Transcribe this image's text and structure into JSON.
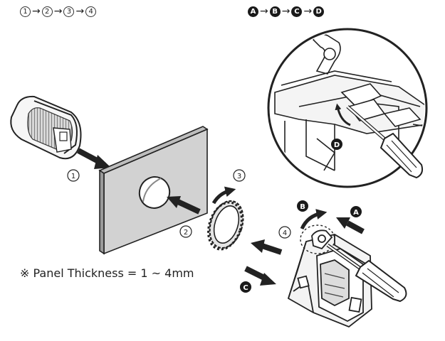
{
  "sequence_numbers": {
    "steps": [
      "1",
      "2",
      "3",
      "4"
    ]
  },
  "sequence_letters": {
    "steps": [
      "A",
      "B",
      "C",
      "D"
    ]
  },
  "callouts": {
    "step1": "1",
    "step2": "2",
    "step3": "3",
    "step4": "4",
    "stepA": "A",
    "stepB": "B",
    "stepC": "C",
    "stepD": "D"
  },
  "note": {
    "text": "※ Panel Thickness = 1 ~ 4mm"
  },
  "colors": {
    "panel_fill": "#d2d2d2",
    "ink": "#1a1a1a",
    "arrow": "#222222"
  }
}
